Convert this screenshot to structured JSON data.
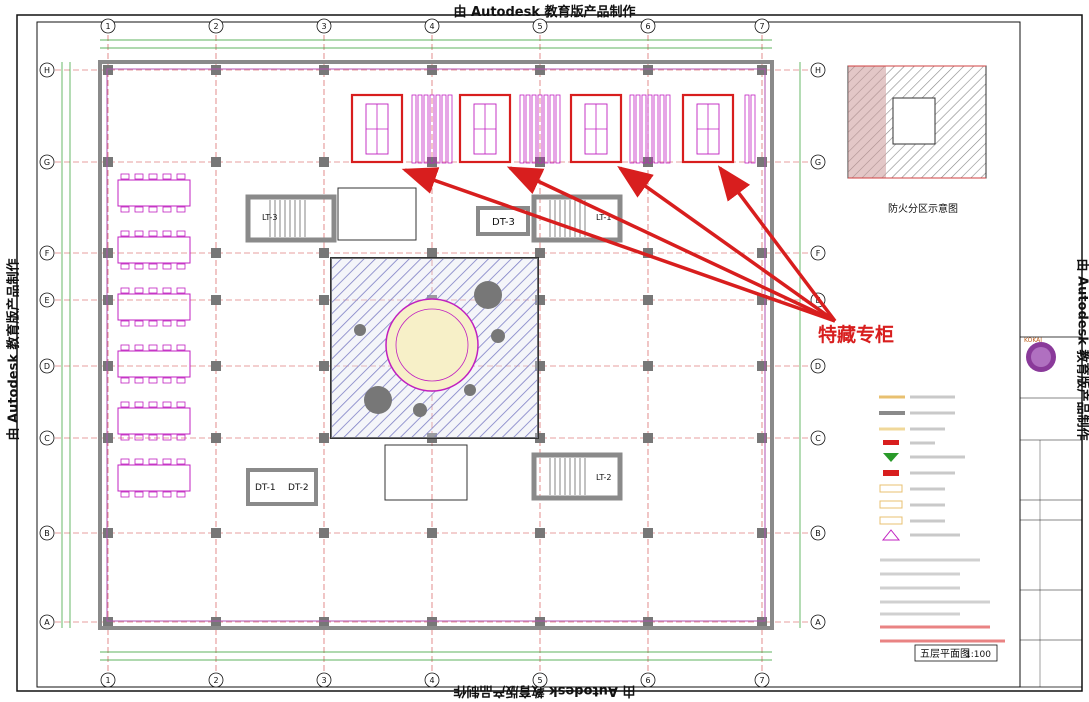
{
  "watermark": {
    "top": "由 Autodesk 教育版产品制作",
    "bottom": "由 Autodesk 教育版产品制作",
    "left": "由 Autodesk 教育版产品制作",
    "right": "由 Autodesk 教育版产品制作"
  },
  "axes": {
    "columns": [
      "1",
      "2",
      "3",
      "4",
      "5",
      "6",
      "7"
    ],
    "rows": [
      "H",
      "G",
      "F",
      "E",
      "D",
      "C",
      "B",
      "A"
    ]
  },
  "annotation": {
    "label": "特藏专柜",
    "color": "#d81e1e"
  },
  "rooms": {
    "stair_lt3": "LT-3",
    "stair_lt1": "LT-1",
    "stair_lt2": "LT-2",
    "elevator_dt3": "DT-3",
    "elevator_dt1": "DT-1",
    "elevator_dt2": "DT-2"
  },
  "drawing": {
    "title": "五层平面图",
    "scale": "1:100"
  },
  "inset": {
    "title": "防火分区示意图"
  },
  "title_block": {
    "company": "KOKAI"
  },
  "colors": {
    "wall": "#8a8a8a",
    "grid_line": "#d04040",
    "furniture": "#c020c0",
    "hatch": "#4a4ab0",
    "atrium_fill": "#dfe3ee",
    "cabinet_red": "#d81e1e",
    "dim_line": "#2a9a2a"
  }
}
